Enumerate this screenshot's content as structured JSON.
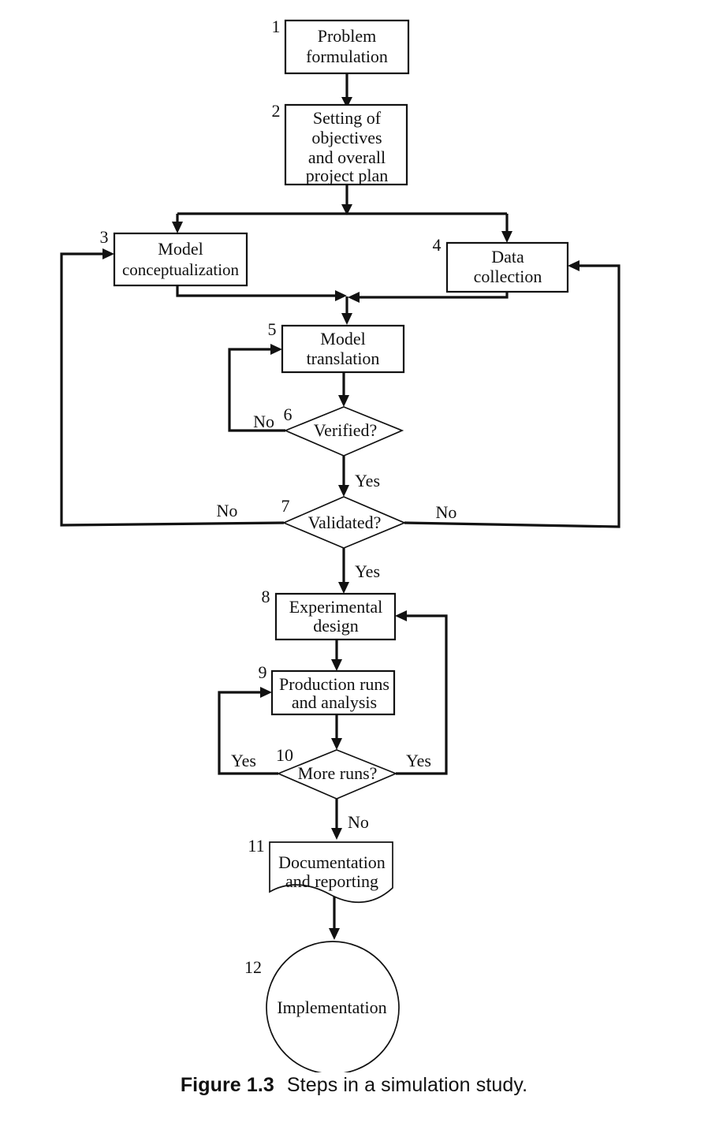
{
  "figure": {
    "caption_label": "Figure 1.3",
    "caption_text": "Steps in a simulation study.",
    "ink_color": "#111111",
    "background_color": "#ffffff"
  },
  "nodes": {
    "n1": {
      "number": "1",
      "line1": "Problem",
      "line2": "formulation",
      "shape": "rect"
    },
    "n2": {
      "number": "2",
      "line1": "Setting of",
      "line2": "objectives",
      "line3": "and overall",
      "line4": "project plan",
      "shape": "rect"
    },
    "n3": {
      "number": "3",
      "line1": "Model",
      "line2": "conceptualization",
      "shape": "rect"
    },
    "n4": {
      "number": "4",
      "line1": "Data",
      "line2": "collection",
      "shape": "rect"
    },
    "n5": {
      "number": "5",
      "line1": "Model",
      "line2": "translation",
      "shape": "rect"
    },
    "n6": {
      "number": "6",
      "line1": "Verified?",
      "shape": "diamond"
    },
    "n7": {
      "number": "7",
      "line1": "Validated?",
      "shape": "diamond"
    },
    "n8": {
      "number": "8",
      "line1": "Experimental",
      "line2": "design",
      "shape": "rect"
    },
    "n9": {
      "number": "9",
      "line1": "Production runs",
      "line2": "and analysis",
      "shape": "rect"
    },
    "n10": {
      "number": "10",
      "line1": "More runs?",
      "shape": "diamond"
    },
    "n11": {
      "number": "11",
      "line1": "Documentation",
      "line2": "and reporting",
      "shape": "document"
    },
    "n12": {
      "number": "12",
      "line1": "Implementation",
      "shape": "circle"
    }
  },
  "edge_labels": {
    "verified_no": "No",
    "verified_yes": "Yes",
    "validated_no_left": "No",
    "validated_no_right": "No",
    "validated_yes": "Yes",
    "more_runs_yes_left": "Yes",
    "more_runs_yes_right": "Yes",
    "more_runs_no": "No"
  }
}
